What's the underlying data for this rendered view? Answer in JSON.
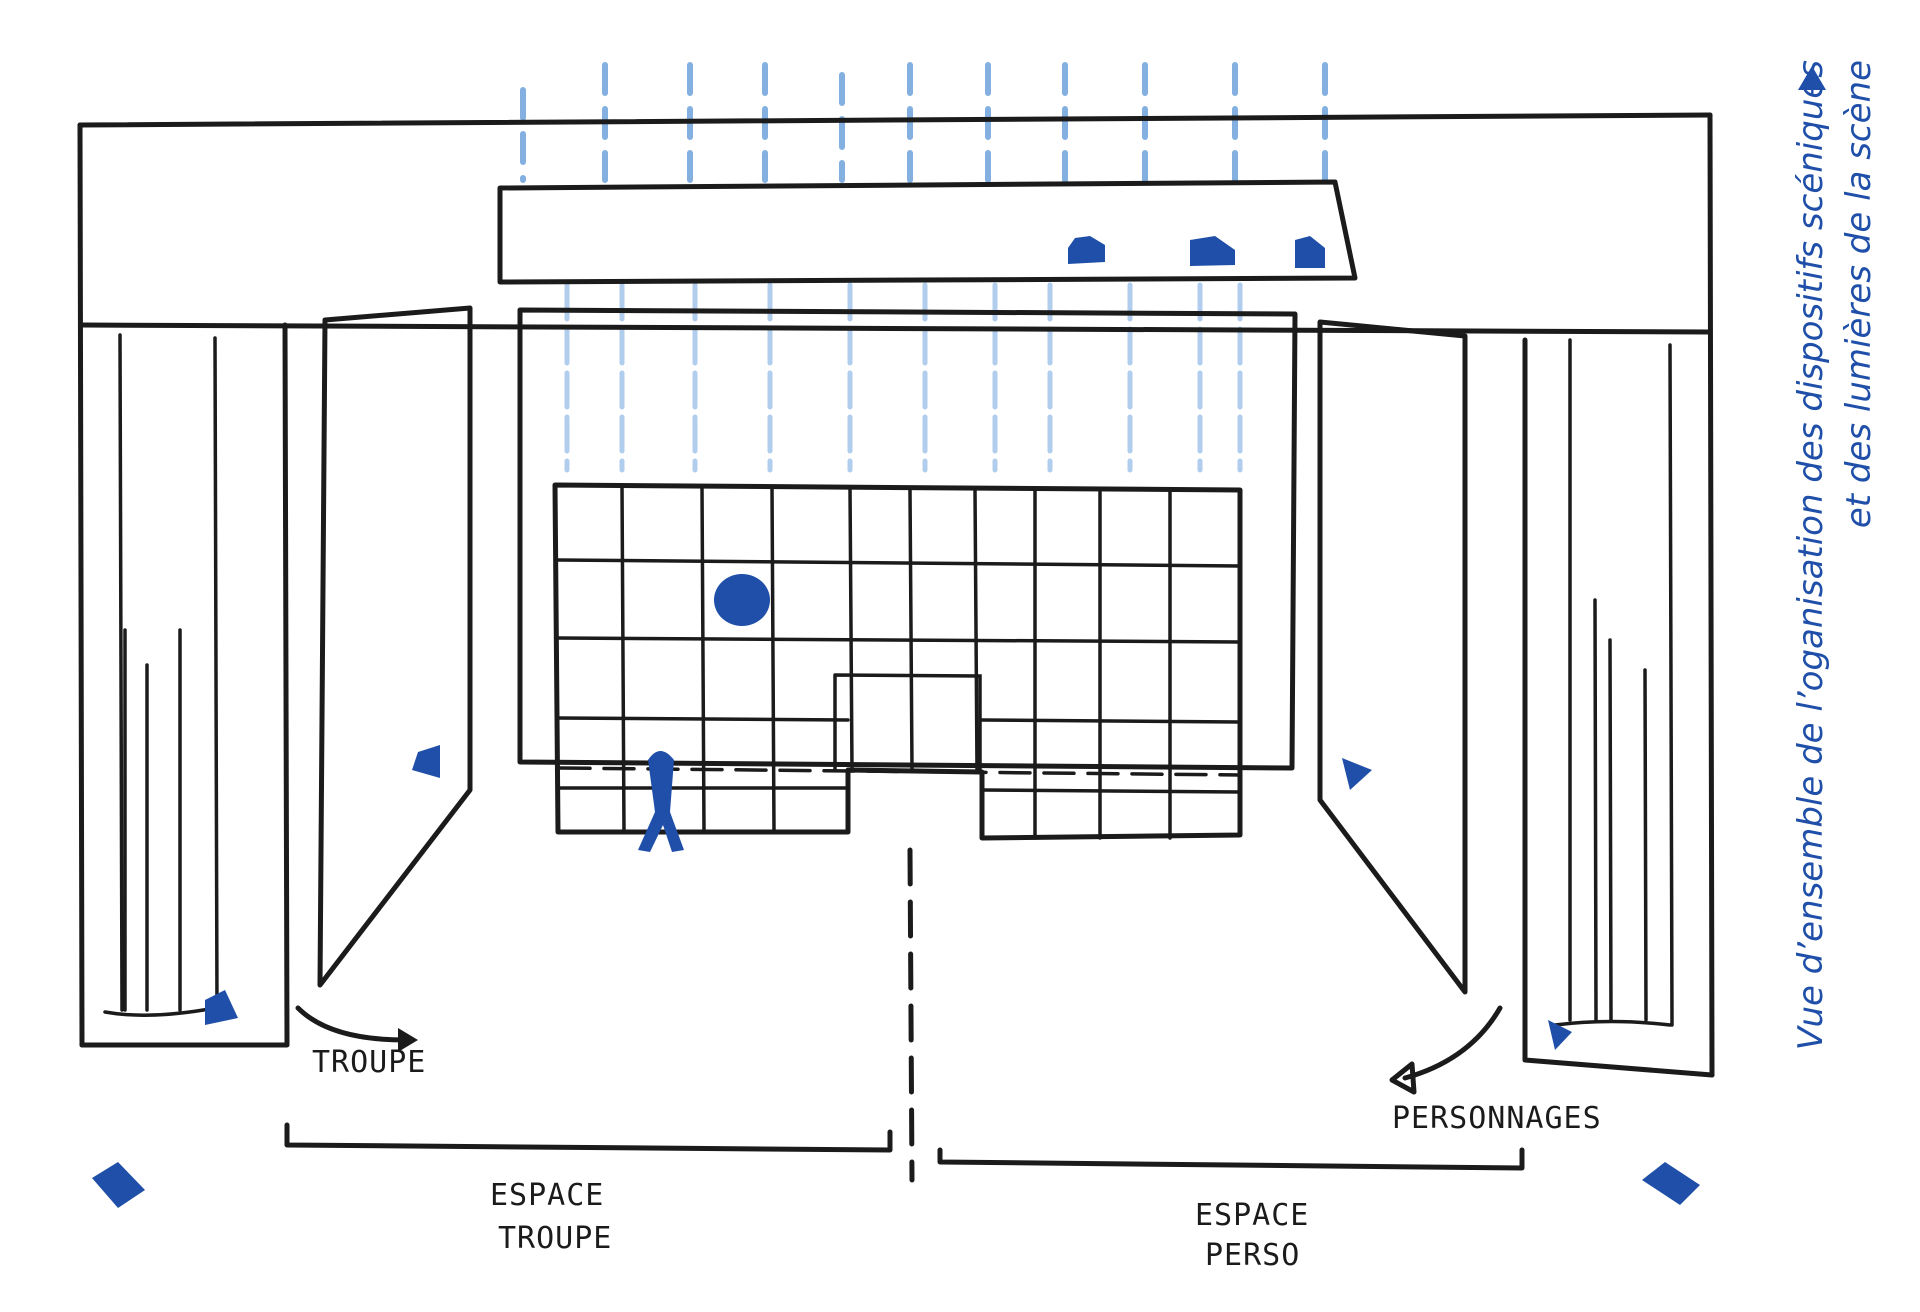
{
  "caption": {
    "line1": "Vue d’ensemble de l’oganisation des dispositifs scéniques",
    "line2": "et des lumières de la scène",
    "color": "#1f4fa8",
    "marker": "triangle-up-icon"
  },
  "labels": {
    "troupe": "TROUPE",
    "personnages": "PERSONNAGES",
    "espace_troupe_1": "ESPACE",
    "espace_troupe_2": "TROUPE",
    "espace_perso_1": "ESPACE",
    "espace_perso_2": "PERSO"
  },
  "colors": {
    "ink": "#1b1b1b",
    "projector": "#1f4fa8",
    "light_beam": "#6ea3dc"
  }
}
